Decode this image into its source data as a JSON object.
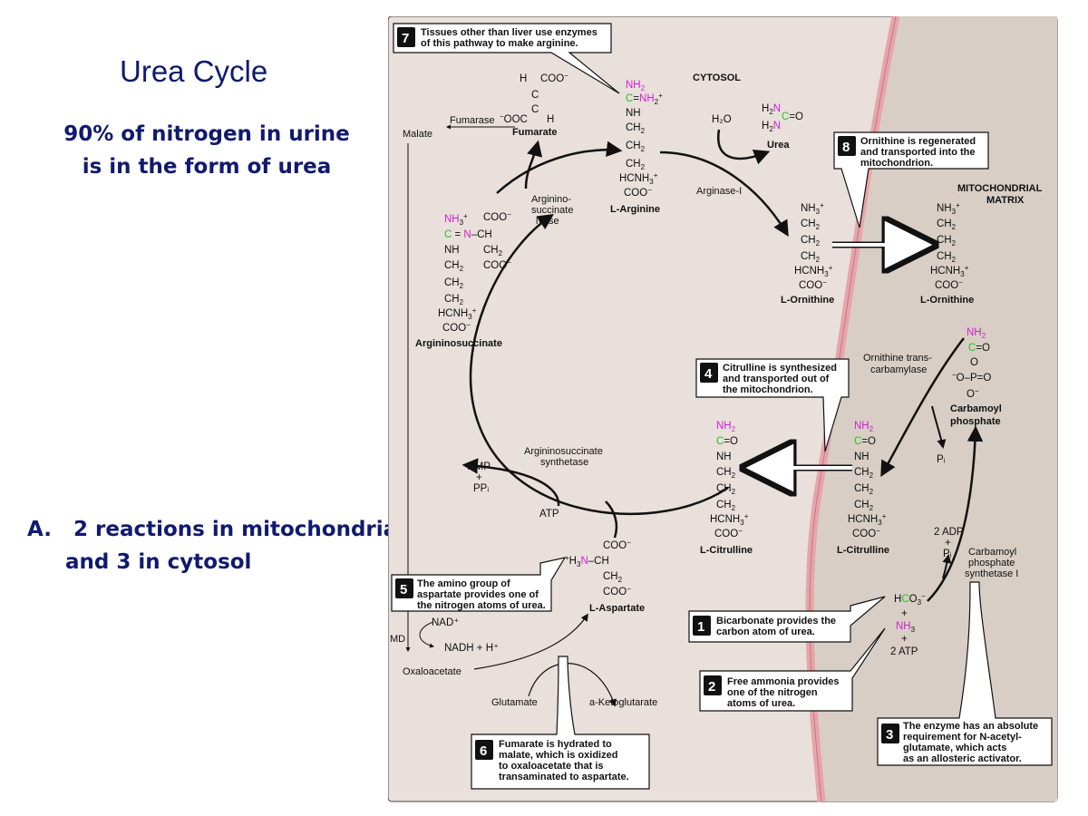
{
  "slide": {
    "title": "Urea Cycle",
    "subtitle_lines": [
      "90% of nitrogen in urine",
      "is in the form of urea"
    ],
    "point_marker": "A.",
    "point_lines": [
      "2 reactions in mitochondria",
      "and 3 in cytosol"
    ]
  },
  "diagram": {
    "regions": {
      "cytosol": "CYTOSOL",
      "matrix_line1": "MITOCHONDRIAL",
      "matrix_line2": "MATRIX"
    },
    "colors": {
      "cytosol_bg": "#e9dfdb",
      "matrix_bg": "#d8cec5",
      "membrane": "#e8a4aa",
      "nitrogen": "#d21fd2",
      "carbon": "#23c51f",
      "callout_bg": "#ffffff"
    },
    "compounds": {
      "arginine": "L-Arginine",
      "urea": "Urea",
      "ornithine_cyt": "L-Ornithine",
      "ornithine_mito": "L-Ornithine",
      "citrulline_cyt": "L-Citrulline",
      "citrulline_mito": "L-Citrulline",
      "argininosuccinate": "Argininosuccinate",
      "fumarate": "Fumarate",
      "aspartate": "L-Aspartate",
      "carbamoyl_line1": "Carbamoyl",
      "carbamoyl_line2": "phosphate",
      "malate": "Malate",
      "oxaloacetate": "Oxaloacetate",
      "glutamate": "Glutamate",
      "ketoglutarate": "a-Ketoglutarate"
    },
    "enzymes": {
      "fumarase": "Fumarase",
      "lyase_line1": "Argininо-",
      "lyase_line2": "succinate",
      "lyase_line3": "lyase",
      "arginase": "Arginase-I",
      "otc_line1": "Ornithine trans-",
      "otc_line2": "carbamylase",
      "synthetase_line1": "Argininosuccinate",
      "synthetase_line2": "synthetase",
      "cps_line1": "Carbamoyl",
      "cps_line2": "phosphate",
      "cps_line3": "synthetase I",
      "md": "MD"
    },
    "small": {
      "h2o": "H₂O",
      "amp": "AMP",
      "plus": "+",
      "ppi": "PPᵢ",
      "atp": "ATP",
      "pi": "Pᵢ",
      "two_adp": "2 ADP",
      "two_atp": "2 ATP",
      "nad": "NAD⁺",
      "nadh": "NADH + H⁺",
      "pi2": "Pᵢ"
    },
    "callouts": [
      {
        "number": "1",
        "lines": [
          "Bicarbonate provides the",
          "carbon atom of urea."
        ]
      },
      {
        "number": "2",
        "lines": [
          "Free ammonia provides",
          "one of the nitrogen",
          "atoms of urea."
        ]
      },
      {
        "number": "3",
        "lines": [
          "The enzyme has an absolute",
          "requirement for N-acetyl-",
          "glutamate, which acts",
          "as an allosteric activator."
        ]
      },
      {
        "number": "4",
        "lines": [
          "Citrulline is synthesized",
          "and transported out of",
          "the mitochondrion."
        ]
      },
      {
        "number": "5",
        "lines": [
          "The amino group of",
          "aspartate provides one of",
          "the nitrogen atoms of urea."
        ]
      },
      {
        "number": "6",
        "lines": [
          "Fumarate is hydrated to",
          "malate, which is oxidized",
          "to oxaloacetate that is",
          "transaminated to aspartate."
        ]
      },
      {
        "number": "7",
        "lines": [
          "Tissues other than liver use enzymes",
          "of this pathway to make arginine."
        ]
      },
      {
        "number": "8",
        "lines": [
          "Ornithine is regenerated",
          "and transported into the",
          "mitochondrion."
        ]
      }
    ]
  }
}
